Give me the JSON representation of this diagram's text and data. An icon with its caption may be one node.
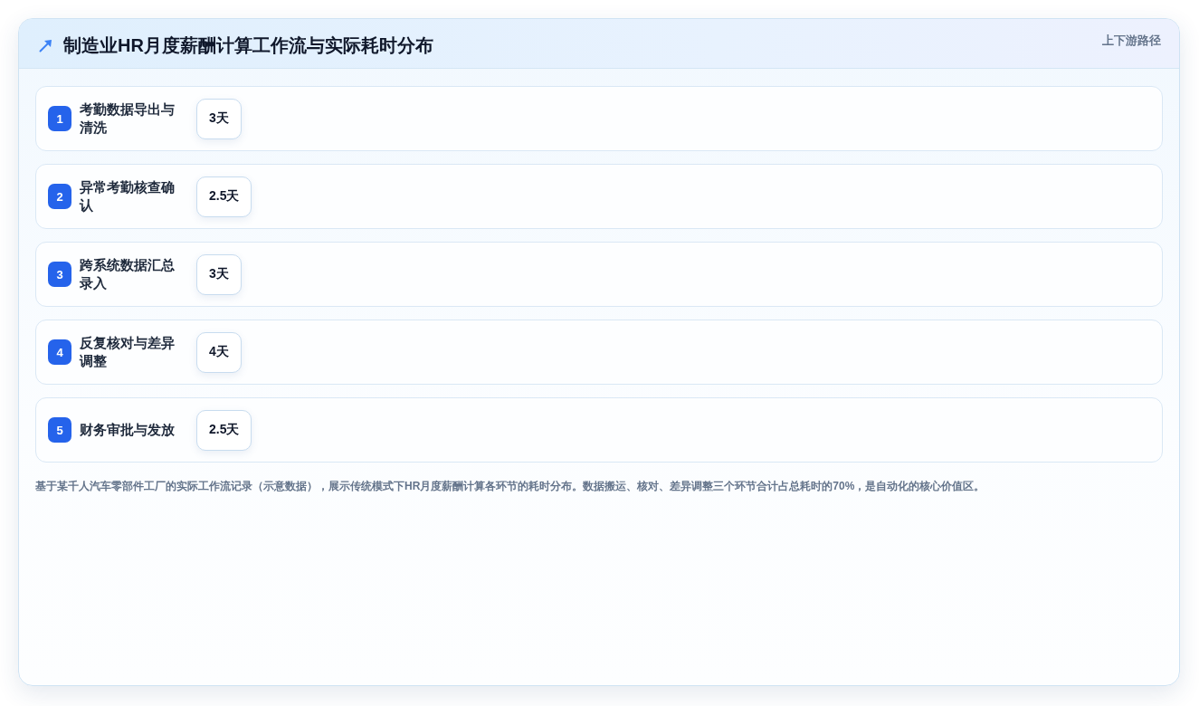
{
  "diagram": {
    "title": "制造业HR月度薪酬计算工作流与实际耗时分布",
    "caption": "基于某千人汽车零部件工厂的实际工作流记录（示意数据），展示传统模式下HR月度薪酬计算各环节的耗时分布。数据搬运、核对、差异调整三个环节合计占总耗时的70%，是自动化的核心价值区。",
    "nodes": [
      {
        "text": [
          "考勤数据导出与清洗"
        ]
      },
      {
        "text": [
          "1"
        ],
        "in": 0
      },
      {
        "text": [
          "3天"
        ],
        "in": 0
      },
      {
        "text": [
          "异常考勤核查确认"
        ]
      },
      {
        "text": [
          "2"
        ],
        "in": 3
      },
      {
        "text": [
          "2.5天"
        ],
        "in": 3
      },
      {
        "text": [
          "跨系统数据汇总录入"
        ]
      },
      {
        "text": [
          "3"
        ],
        "in": 6
      },
      {
        "text": [
          "3天"
        ],
        "in": 6
      },
      {
        "text": [
          "反复核对与差异调整"
        ]
      },
      {
        "text": [
          "4"
        ],
        "in": 9
      },
      {
        "text": [
          "4天"
        ],
        "in": 9
      },
      {
        "text": [
          "财务审批与发放"
        ]
      },
      {
        "text": [
          "5"
        ],
        "in": 12
      },
      {
        "text": [
          "2.5天"
        ],
        "in": 12
      }
    ],
    "labels": [
      "上下游路径"
    ]
  }
}
